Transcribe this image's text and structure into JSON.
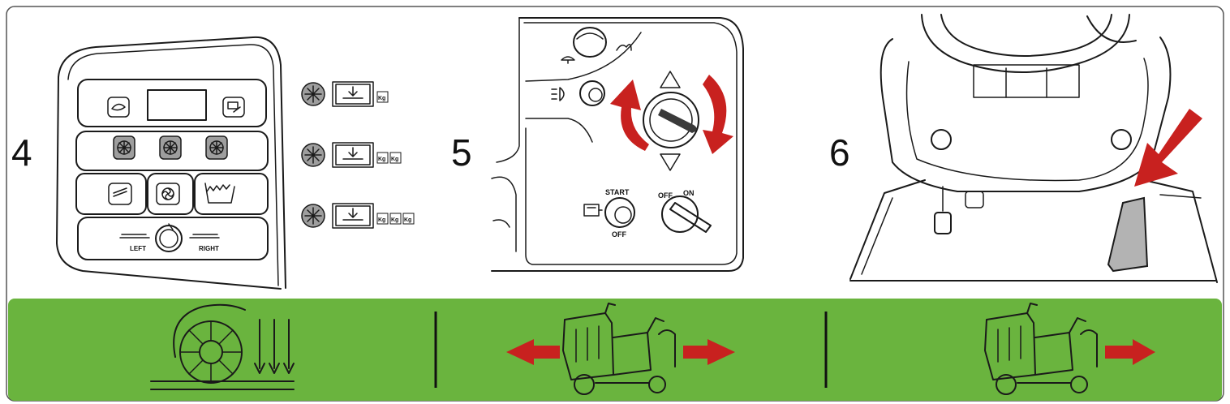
{
  "steps": [
    {
      "number": "4"
    },
    {
      "number": "5"
    },
    {
      "number": "6"
    }
  ],
  "panel4": {
    "brush_left_label": "LEFT",
    "brush_right_label": "RIGHT",
    "pressure_levels": [
      {
        "level": "1",
        "weights": [
          "Kg"
        ]
      },
      {
        "level": "2",
        "weights": [
          "Kg",
          "Kg"
        ]
      },
      {
        "level": "3",
        "weights": [
          "Kg",
          "Kg",
          "Kg"
        ]
      }
    ]
  },
  "panel5": {
    "ignition_start_label": "START",
    "ignition_off_label": "OFF",
    "switch_off_label": "OFF",
    "switch_on_label": "ON"
  },
  "colors": {
    "green_band": "#6ab43e",
    "arrow_red": "#c8211f",
    "frame": "#555555"
  },
  "icons": [
    "brush-sweeping-icon",
    "sweeper-forward-reverse-icon",
    "sweeper-forward-icon"
  ]
}
